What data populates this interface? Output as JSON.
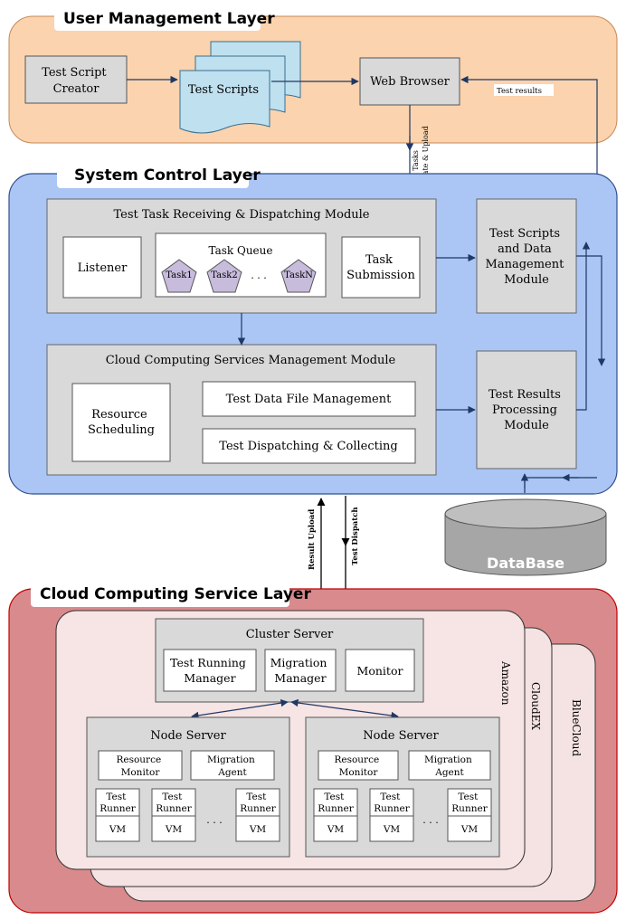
{
  "layers": {
    "user": "User Management Layer",
    "system": "System Control Layer",
    "cloud": "Cloud Computing Service Layer"
  },
  "user_layer": {
    "script_creator": [
      "Test Script",
      "Creator"
    ],
    "test_scripts": "Test Scripts",
    "web_browser": "Web Browser",
    "test_results": "Test results",
    "test_tasks": [
      "Test Tasks",
      "Create & Upload"
    ]
  },
  "system_layer": {
    "receiving_module": "Test Task Receiving & Dispatching Module",
    "listener": "Listener",
    "task_queue": "Task Queue",
    "tasks": [
      "Task1",
      "Task2",
      "TaskN"
    ],
    "ellipsis": ". . .",
    "task_submission": [
      "Task",
      "Submission"
    ],
    "scripts_module": [
      "Test Scripts",
      "and Data",
      "Management",
      "Module"
    ],
    "cloud_module": "Cloud Computing Services Management Module",
    "resource_scheduling": [
      "Resource",
      "Scheduling"
    ],
    "file_management": "Test Data File Management",
    "dispatch_collect": "Test Dispatching & Collecting",
    "results_module": [
      "Test Results",
      "Processing",
      "Module"
    ]
  },
  "database": "DataBase",
  "links": {
    "result_upload": "Result Upload",
    "test_dispatch": "Test Dispatch"
  },
  "cloud_layer": {
    "providers": [
      "Amazon",
      "CloudEX",
      "BlueCloud"
    ],
    "cluster_server": "Cluster Server",
    "running_manager": [
      "Test Running",
      "Manager"
    ],
    "migration_manager": [
      "Migration",
      "Manager"
    ],
    "monitor": "Monitor",
    "node_server": "Node Server",
    "resource_monitor": [
      "Resource",
      "Monitor"
    ],
    "migration_agent": [
      "Migration",
      "Agent"
    ],
    "test_runner": [
      "Test",
      "Runner"
    ],
    "vm": "VM",
    "ellipsis": ". . ."
  },
  "colors": {
    "user_fill": "#fbd3ae",
    "system_fill": "#abc6f5",
    "cloud_fill": "#d98a8c",
    "box_fill": "#d9d9d9",
    "db_fill": "#a6a6a6",
    "task_fill": "#c8bcdc"
  }
}
